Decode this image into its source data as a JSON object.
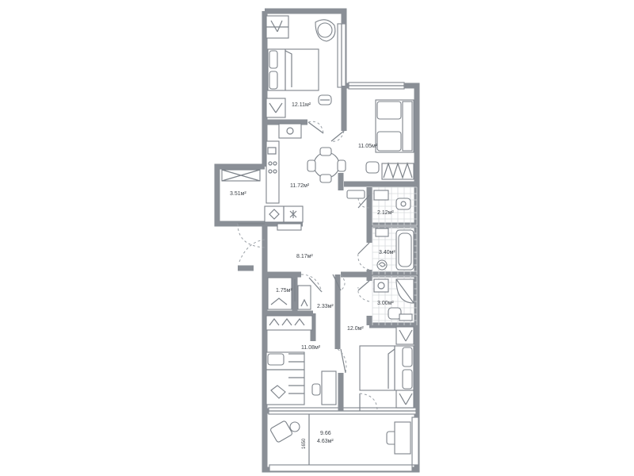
{
  "rooms": {
    "bedroom_top": "12.11м²",
    "living": "11.05м²",
    "kitchen": "11.72м²",
    "storage_left": "3.51м²",
    "bathroom_small": "2.12м²",
    "hall": "8.17м²",
    "bathroom": "3.40м²",
    "closet": "1.75м²",
    "corridor": "2.33м²",
    "shower_room": "3.00м²",
    "bedroom_right": "12.0м²",
    "bedroom_left": "11.08м²",
    "balcony_full": "9.66",
    "balcony_reduced": "4.63м²"
  },
  "dimension": "1650",
  "colors": {
    "wall": "#8a8f96",
    "line": "#7d838a",
    "text": "#3d4248"
  }
}
